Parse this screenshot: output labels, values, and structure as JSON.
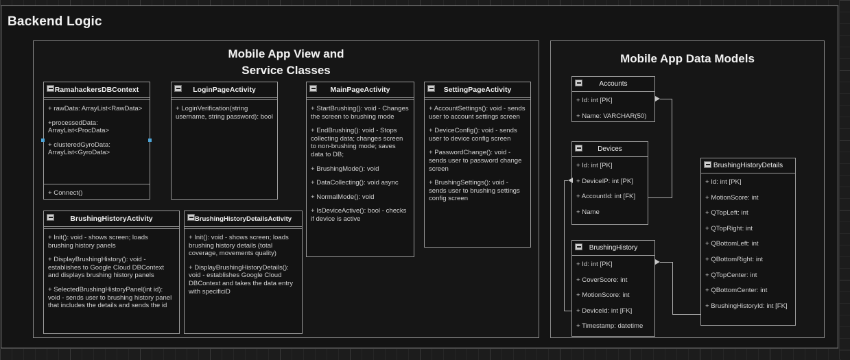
{
  "diagram": {
    "title": "Backend Logic",
    "groups": [
      {
        "title_lines": [
          "Mobile App View and",
          "Service Classes"
        ]
      },
      {
        "title_lines": [
          "Mobile App Data Models"
        ]
      }
    ]
  },
  "icons": {
    "collapse": "collapse-minus-icon"
  },
  "classes": {
    "db_context": {
      "name": "RamahackersDBContext",
      "attributes": [
        "+ rawData: ArrayList<RawData>",
        "+processedData: ArrayList<ProcData>",
        "+ clusteredGyroData: ArrayList<GyroData>"
      ],
      "methods": [
        "+ Connect()"
      ]
    },
    "login_page": {
      "name": "LoginPageActivity",
      "methods": [
        "+ LoginVerification(string username, string password): bool"
      ]
    },
    "main_page": {
      "name": "MainPageActivity",
      "methods": [
        "+ StartBrushing(): void - Changes the screen to brushing mode",
        "+ EndBrushing(): void - Stops collecting data; changes screen to non-brushing mode; saves data to DB;",
        "+ BrushingMode(): void",
        "+ DataCollecting(): void async",
        "+ NormalMode(): void",
        "+ IsDeviceActive(): bool - checks if device is active"
      ]
    },
    "setting_page": {
      "name": "SettingPageActivity",
      "methods": [
        "+ AccountSettings(): void - sends user to account settings screen",
        "+ DeviceConfig(): void - sends user to device config screen",
        "+ PasswordChange(): void - sends user to password change screen",
        "+ BrushingSettings(): void - sends user to brushing settings config screen"
      ]
    },
    "brushing_history": {
      "name": "BrushingHistoryActivity",
      "methods": [
        "+ Init(): void - shows screen; loads brushing history panels",
        "+ DisplayBrushingHistory(): void - establishes to Google Cloud DBContext and displays brushing history panels",
        "+ SelectedBrushingHistoryPanel(int id): void - sends user to brushing history panel that includes the details and sends the id"
      ]
    },
    "brushing_history_details_activity": {
      "name": "BrushingHistoryDetailsActivity",
      "methods": [
        "+ Init(): void - shows screen; loads brushing history details (total coverage, movements quality)",
        "+ DisplayBrushingHistoryDetails(): void - establishes Google Cloud DBContext and takes the data entry with specificiD"
      ]
    }
  },
  "models": {
    "accounts": {
      "name": "Accounts",
      "fields": [
        "+ Id: int [PK]",
        "+ Name: VARCHAR(50)"
      ]
    },
    "devices": {
      "name": "Devices",
      "fields": [
        "+ Id: int [PK]",
        "+ DeviceIP: int [PK]",
        "+ AccountId: int [FK]",
        "+ Name"
      ]
    },
    "brushing_history": {
      "name": "BrushingHistory",
      "fields": [
        "+ Id: int [PK]",
        "+ CoverScore: int",
        "+ MotionScore: int",
        "+ DeviceId: int [FK]",
        "+ Timestamp: datetime"
      ]
    },
    "brushing_history_details": {
      "name": "BrushingHistoryDetails",
      "fields": [
        "+ Id: int [PK]",
        "+ MotionScore: int",
        "+ QTopLeft: int",
        "+ QTopRight: int",
        "+ QBottomLeft: int",
        "+ QBottomRight: int",
        "+ QTopCenter: int",
        "+ QBottomCenter: int",
        "+ BrushingHistoryId: int [FK]"
      ]
    }
  },
  "colors": {
    "background": "#141414",
    "box_border": "#9c9c9c",
    "text": "#d2d2d2",
    "title": "#f2f2f2",
    "selection_handle": "#4da6d9",
    "connector": "#b0b0b0"
  }
}
